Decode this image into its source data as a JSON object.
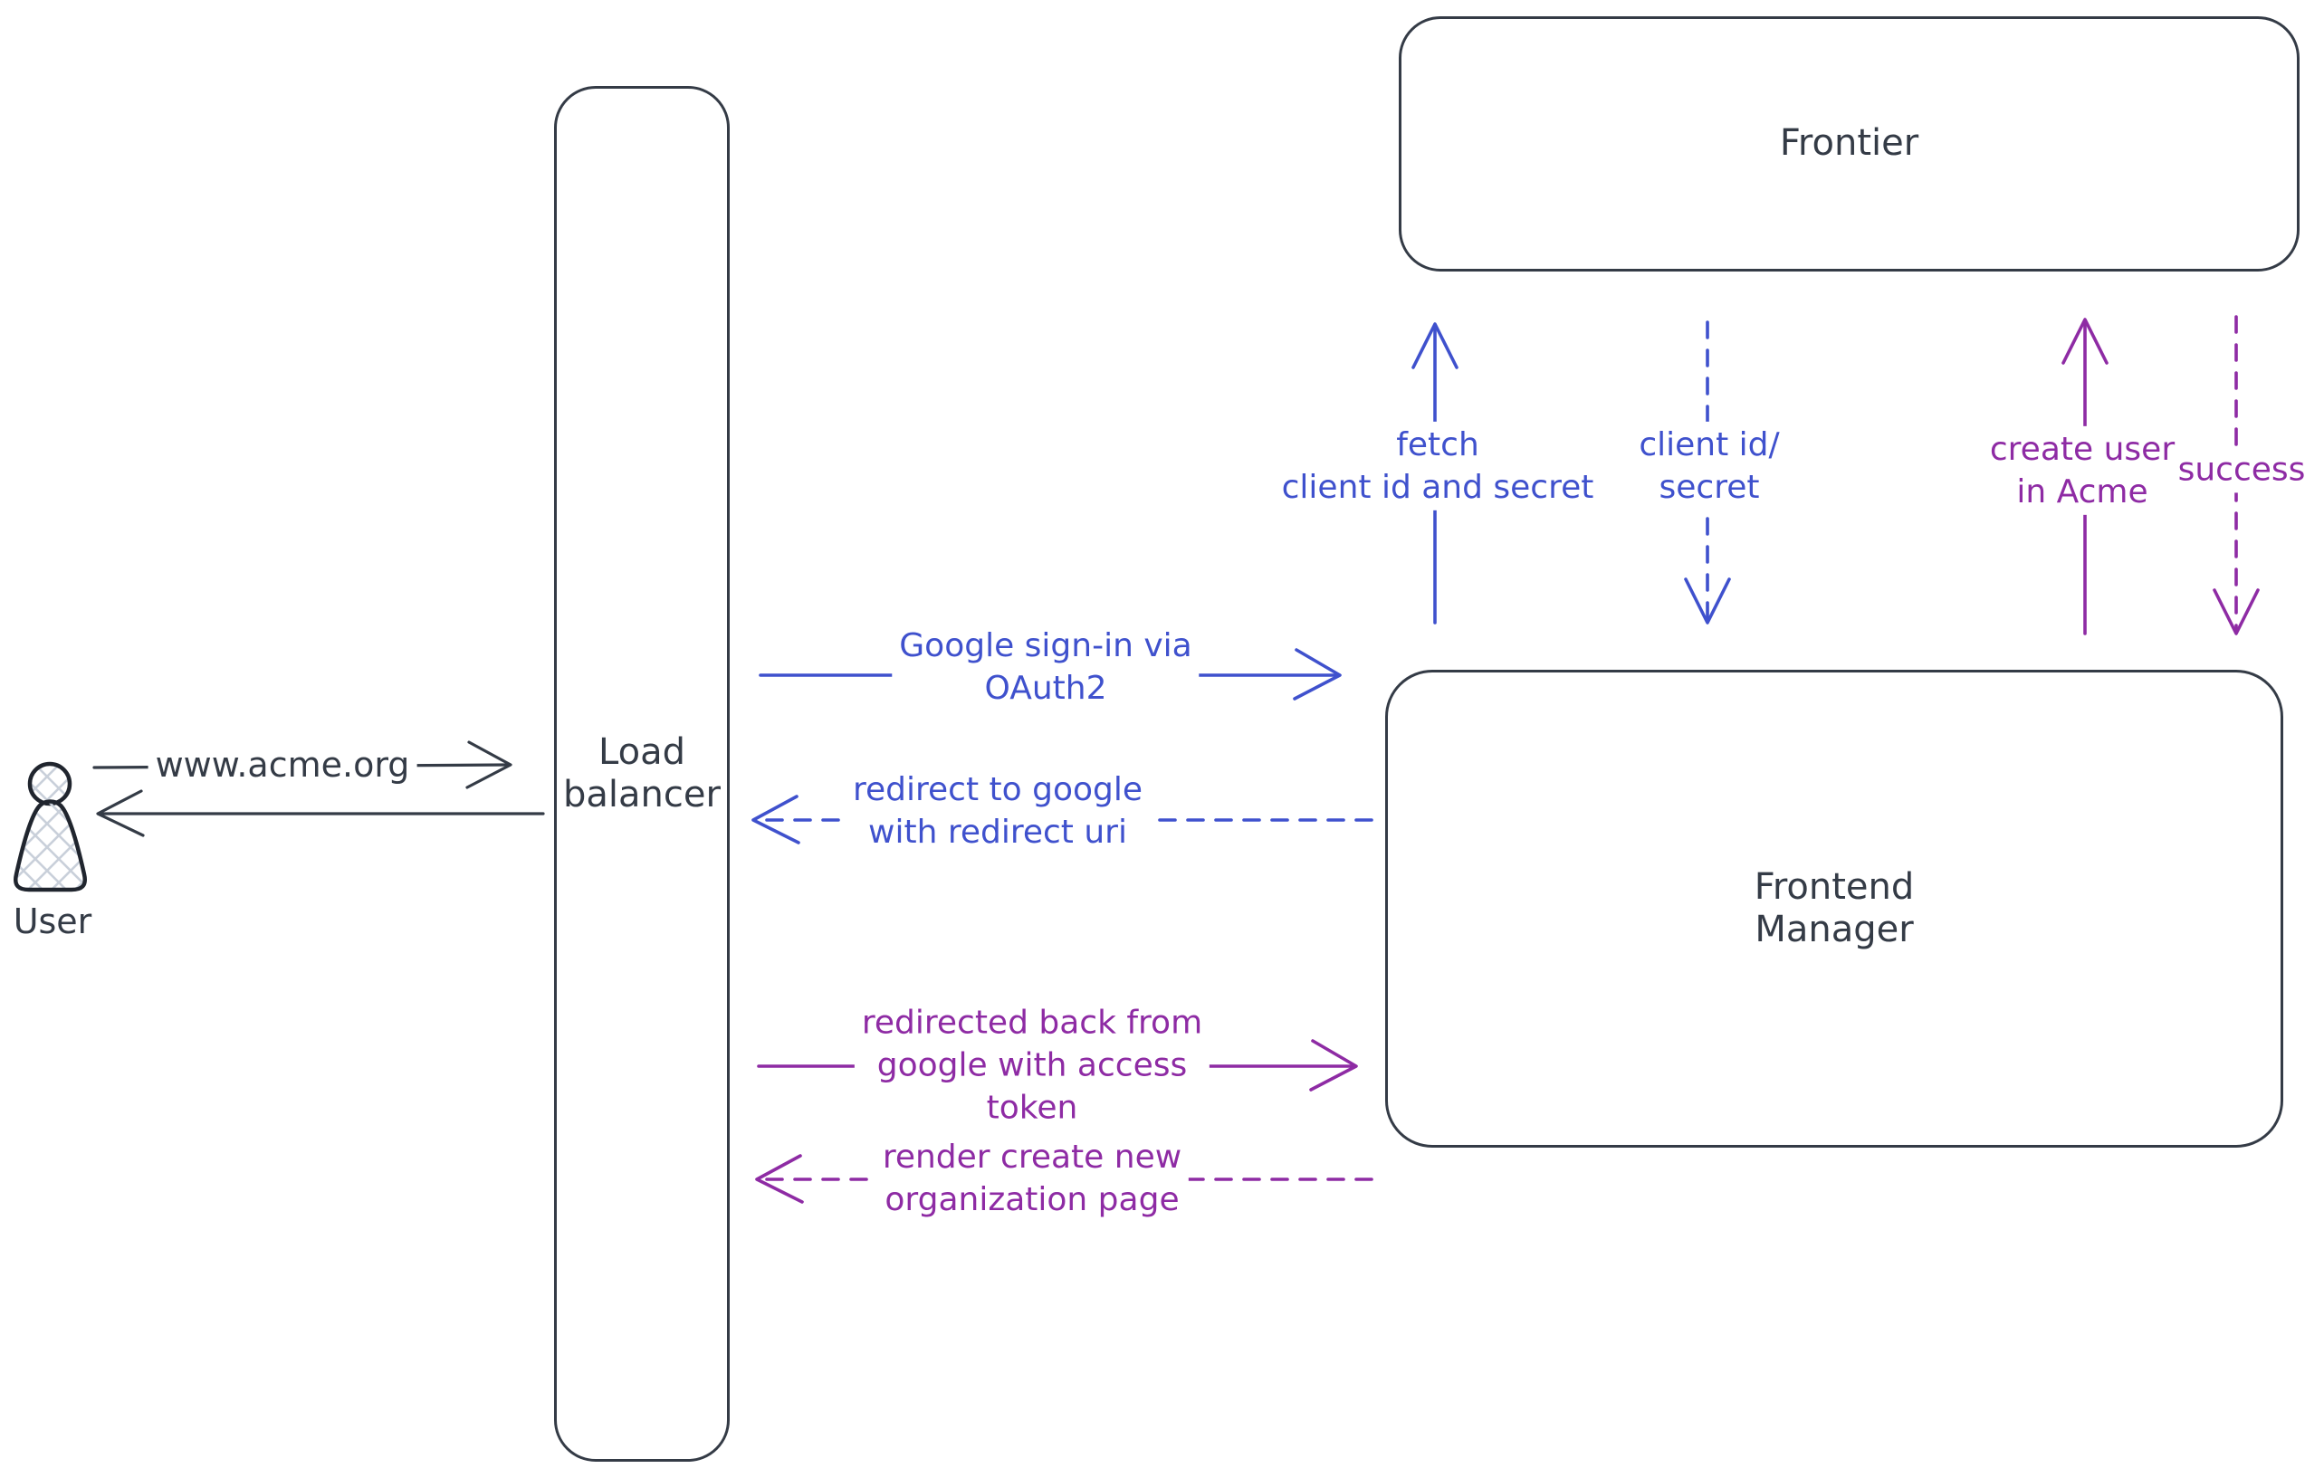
{
  "diagram": {
    "kind": "architecture-flow",
    "background": "#ffffff"
  },
  "colors": {
    "stroke_dark": "#343b46",
    "accent_blue": "#3f51cd",
    "accent_purple": "#8e2ba4",
    "hatch_fill": "#c9d0da"
  },
  "icons": {
    "user": "person-icon"
  },
  "actors": {
    "user": {
      "label": "User"
    }
  },
  "nodes": {
    "load_balancer": {
      "lines": [
        "Load",
        "balancer"
      ]
    },
    "frontier": {
      "label": "Frontier"
    },
    "frontend_manager": {
      "lines": [
        "Frontend",
        "Manager"
      ]
    }
  },
  "flows": {
    "user_to_lb": {
      "label": "www.acme.org",
      "style": "solid",
      "color": "dark",
      "direction": "right"
    },
    "lb_to_user": {
      "style": "solid",
      "color": "dark",
      "direction": "left"
    },
    "google_signin": {
      "lines": [
        "Google sign-in via",
        "OAuth2"
      ],
      "style": "solid",
      "color": "blue",
      "direction": "right"
    },
    "redirect_to_google": {
      "lines": [
        "redirect to google",
        "with redirect uri"
      ],
      "style": "dashed",
      "color": "blue",
      "direction": "left"
    },
    "redirected_back": {
      "lines": [
        "redirected back from",
        "google with access",
        "token"
      ],
      "style": "solid",
      "color": "purple",
      "direction": "right"
    },
    "render_org_page": {
      "lines": [
        "render create new",
        "organization page"
      ],
      "style": "dashed",
      "color": "purple",
      "direction": "left"
    },
    "fetch_client_id": {
      "lines": [
        "fetch",
        "client id and secret"
      ],
      "style": "solid",
      "color": "blue",
      "direction": "up"
    },
    "client_id_secret": {
      "lines": [
        "client id/",
        "secret"
      ],
      "style": "dashed",
      "color": "blue",
      "direction": "down"
    },
    "create_user": {
      "lines": [
        "create user",
        "in Acme"
      ],
      "style": "solid",
      "color": "purple",
      "direction": "up"
    },
    "success": {
      "label": "success",
      "style": "dashed",
      "color": "purple",
      "direction": "down"
    }
  }
}
